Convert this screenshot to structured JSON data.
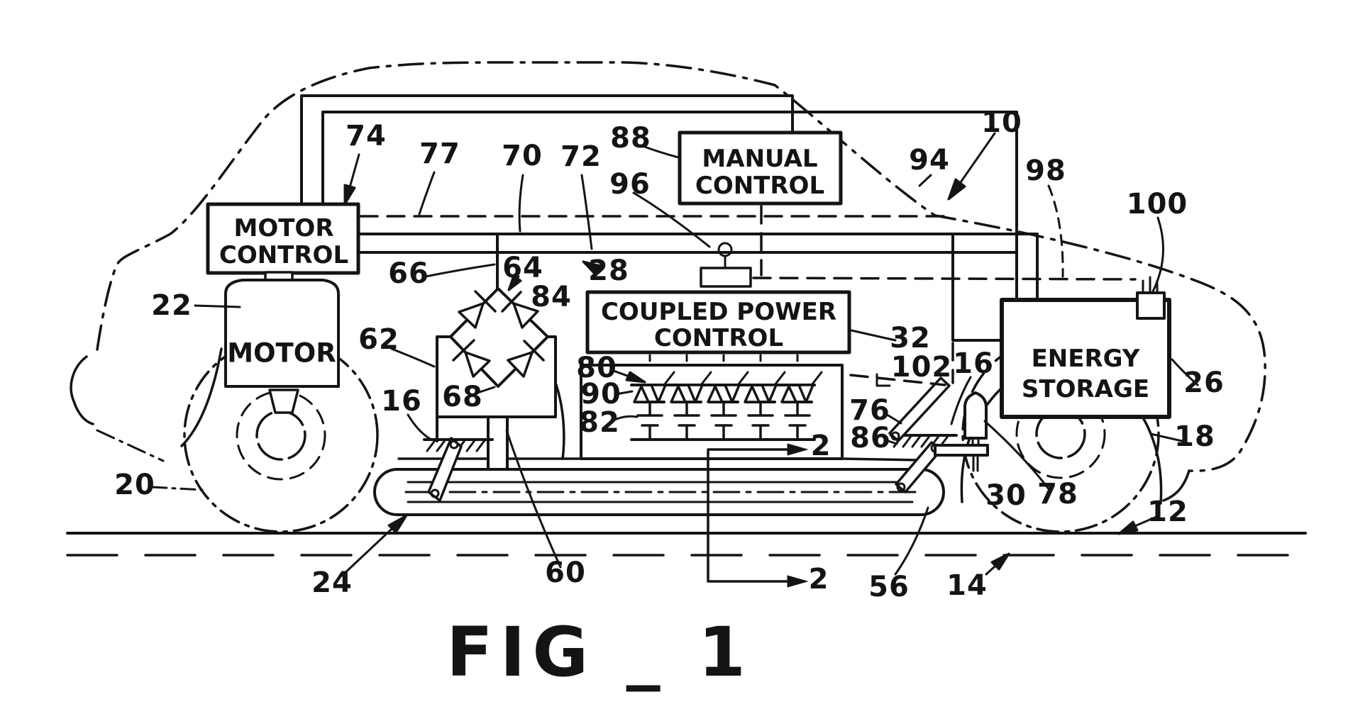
{
  "figure": {
    "caption": "FIG _ 1"
  },
  "boxes": {
    "motor_control": {
      "line1": "MOTOR",
      "line2": "CONTROL"
    },
    "motor": {
      "label": "MOTOR"
    },
    "manual_control": {
      "line1": "MANUAL",
      "line2": "CONTROL"
    },
    "coupled_power_control": {
      "line1": "COUPLED POWER",
      "line2": "CONTROL"
    },
    "energy_storage": {
      "line1": "ENERGY",
      "line2": "STORAGE"
    }
  },
  "refs": {
    "r2": "2",
    "r10": "10",
    "r12": "12",
    "r14": "14",
    "r16": "16",
    "r18": "18",
    "r20": "20",
    "r22": "22",
    "r24": "24",
    "r26": "26",
    "r28": "28",
    "r30": "30",
    "r32": "32",
    "r56": "56",
    "r60": "60",
    "r62": "62",
    "r64": "64",
    "r66": "66",
    "r68": "68",
    "r70": "70",
    "r72": "72",
    "r74": "74",
    "r76": "76",
    "r77": "77",
    "r78": "78",
    "r80": "80",
    "r82": "82",
    "r84": "84",
    "r86": "86",
    "r88": "88",
    "r90": "90",
    "r94": "94",
    "r96": "96",
    "r98": "98",
    "r100": "100",
    "r102": "102"
  }
}
